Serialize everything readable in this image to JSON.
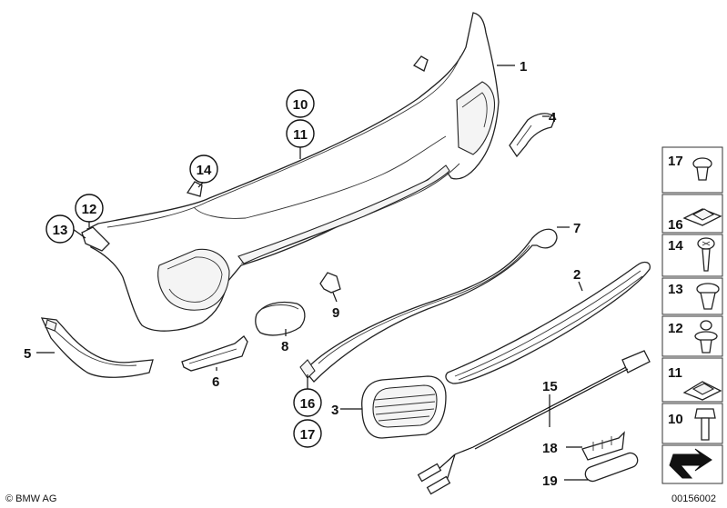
{
  "callouts": {
    "c10": "10",
    "c11": "11",
    "c12": "12",
    "c13": "13",
    "c14": "14",
    "c16": "16",
    "c17": "17"
  },
  "labels": {
    "l1": "1",
    "l2": "2",
    "l3": "3",
    "l4": "4",
    "l5": "5",
    "l6": "6",
    "l7": "7",
    "l8": "8",
    "l9": "9",
    "l15": "15",
    "l18": "18",
    "l19": "19"
  },
  "sidebar": {
    "items": [
      {
        "label": "17",
        "icon": "screw-clip-icon"
      },
      {
        "label": "16",
        "icon": "clip-nut-icon"
      },
      {
        "label": "14",
        "icon": "screw-icon"
      },
      {
        "label": "13",
        "icon": "expanding-rivet-icon"
      },
      {
        "label": "12",
        "icon": "expanding-rivet-icon"
      },
      {
        "label": "11",
        "icon": "clip-nut-icon"
      },
      {
        "label": "10",
        "icon": "bolt-icon"
      }
    ]
  },
  "footer": {
    "copyright": "© BMW AG",
    "diagram_number": "00156002"
  }
}
